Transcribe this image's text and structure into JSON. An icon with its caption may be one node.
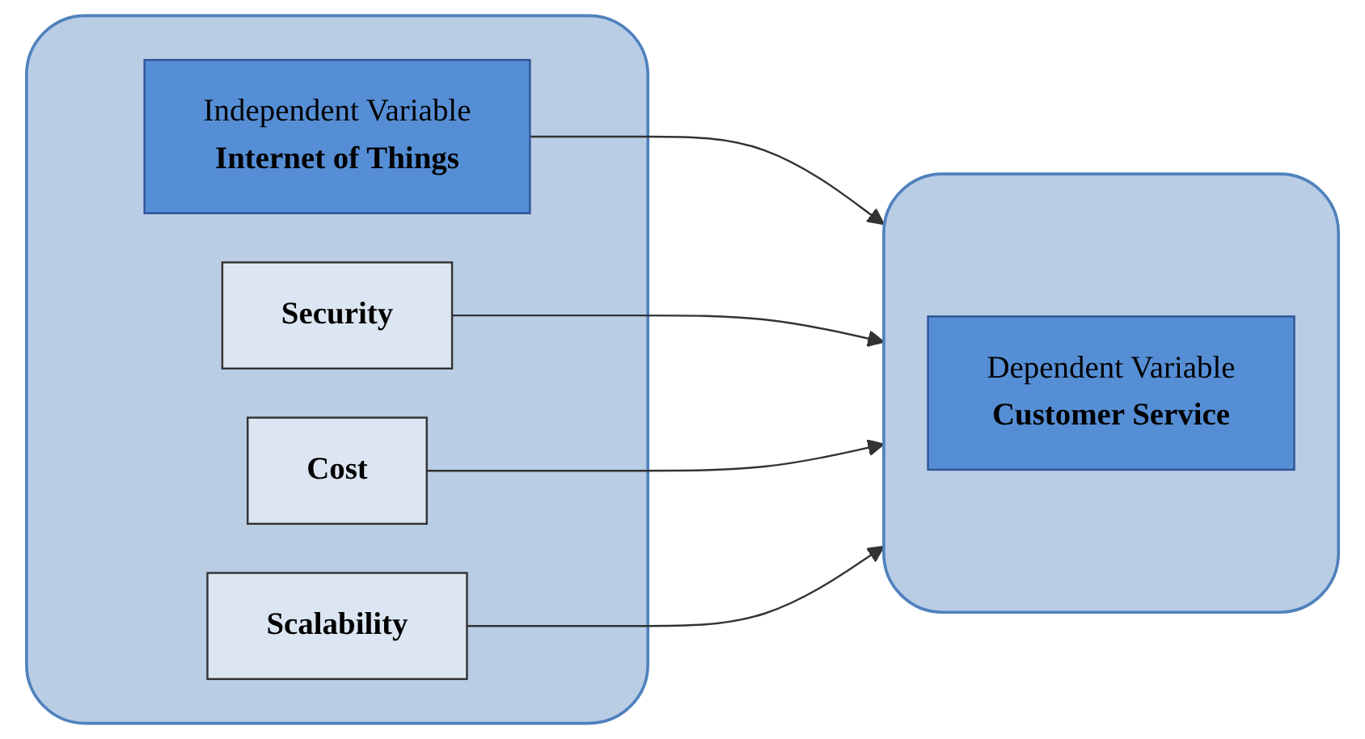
{
  "diagram": {
    "nodes": [
      {
        "text": [],
        "shape": "box"
      },
      {
        "text": [
          "Independent Variable",
          "Internet of Things"
        ],
        "in": 0
      },
      {
        "text": [
          "Security"
        ],
        "in": 0
      },
      {
        "text": [
          "Cost"
        ],
        "in": 0
      },
      {
        "text": [
          "Scalability"
        ],
        "in": 0
      },
      {
        "text": [],
        "shape": "box"
      },
      {
        "text": [
          "Dependent Variable",
          "Customer Service"
        ],
        "in": 5
      }
    ],
    "edges": [
      {
        "from": 1,
        "to": 5,
        "arrow": "to"
      },
      {
        "from": 2,
        "to": 5,
        "arrow": "to"
      },
      {
        "from": 3,
        "to": 5,
        "arrow": "to"
      },
      {
        "from": 4,
        "to": 5,
        "arrow": "to"
      }
    ]
  }
}
